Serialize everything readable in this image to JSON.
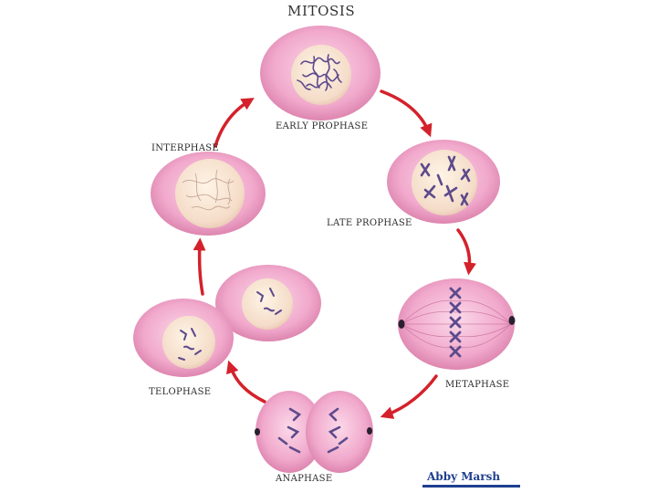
{
  "title": "MITOSIS",
  "phases": {
    "early_prophase": "EARLY PROPHASE",
    "late_prophase": "LATE PROPHASE",
    "metaphase": "METAPHASE",
    "anaphase": "ANAPHASE",
    "telophase": "TELOPHASE",
    "interphase": "INTERPHASE"
  },
  "credit": "Abby Marsh",
  "colors": {
    "cell": "#f1a9cc",
    "cell_dark": "#d77aa6",
    "nucleus": "#f6e4d2",
    "chromosome": "#5d4a8c",
    "arrow": "#d4212b",
    "credit": "#1f3f8f"
  }
}
